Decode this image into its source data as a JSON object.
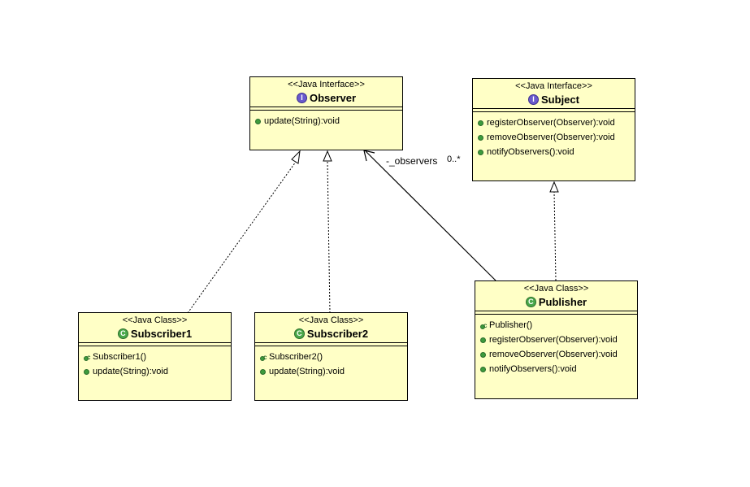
{
  "colors": {
    "box_fill": "#ffffc6",
    "interface_badge": "#6a5acd",
    "class_badge": "#4aa84a",
    "member_dot": "#3d9b3d"
  },
  "observer": {
    "stereotype": "<<Java Interface>>",
    "badge": "I",
    "name": "Observer",
    "members": [
      "update(String):void"
    ]
  },
  "subject": {
    "stereotype": "<<Java Interface>>",
    "badge": "I",
    "name": "Subject",
    "members": [
      "registerObserver(Observer):void",
      "removeObserver(Observer):void",
      "notifyObservers():void"
    ]
  },
  "subscriber1": {
    "stereotype": "<<Java Class>>",
    "badge": "C",
    "name": "Subscriber1",
    "constructor": "Subscriber1()",
    "members": [
      "update(String):void"
    ]
  },
  "subscriber2": {
    "stereotype": "<<Java Class>>",
    "badge": "C",
    "name": "Subscriber2",
    "constructor": "Subscriber2()",
    "members": [
      "update(String):void"
    ]
  },
  "publisher": {
    "stereotype": "<<Java Class>>",
    "badge": "C",
    "name": "Publisher",
    "constructor": "Publisher()",
    "members": [
      "registerObserver(Observer):void",
      "removeObserver(Observer):void",
      "notifyObservers():void"
    ]
  },
  "association": {
    "role": "-_observers",
    "multiplicity": "0..*"
  }
}
